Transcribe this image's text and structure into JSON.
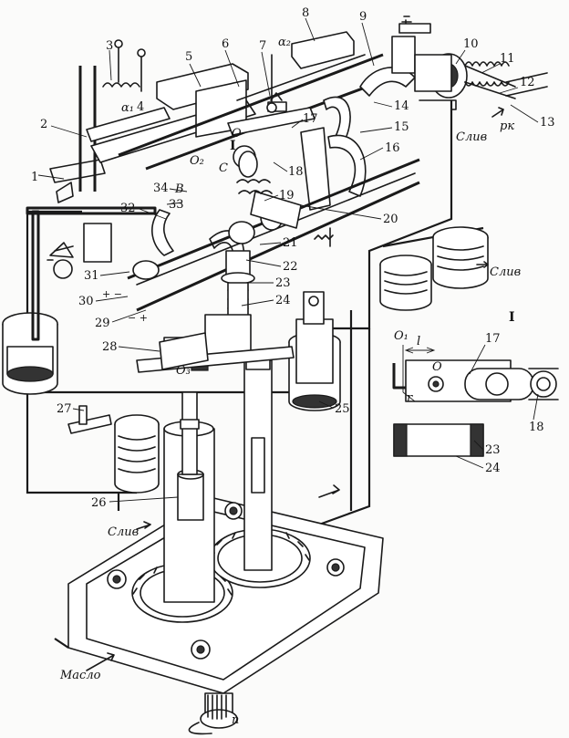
{
  "labels": {
    "n1": "1",
    "n2": "2",
    "n3": "3",
    "n4": "4",
    "n5": "5",
    "n6": "6",
    "n7": "7",
    "n8": "8",
    "n9": "9",
    "n10": "10",
    "n11": "11",
    "n12": "12",
    "n13": "13",
    "n14": "14",
    "n15": "15",
    "n16": "16",
    "n17": "17",
    "n18": "18",
    "n19": "19",
    "n20": "20",
    "n21": "21",
    "n22": "22",
    "n23": "23",
    "n24": "24",
    "n25": "25",
    "n26": "26",
    "n27": "27",
    "n28": "28",
    "n29": "29",
    "n30": "30",
    "n31": "31",
    "n32": "32",
    "n33": "33",
    "n34": "34"
  },
  "symbols": {
    "alpha1": "α₁",
    "alpha2": "α₂",
    "O": "O",
    "O2": "O₂",
    "O3": "O₃",
    "O1": "O₁",
    "B": "B",
    "C": "C",
    "I": "I",
    "l": "l",
    "r": "r",
    "pk": "pк",
    "n": "n",
    "plus_minus_30": "+ −",
    "minus_plus_29": "− +"
  },
  "text": {
    "drain_top": "Слив",
    "drain_right": "Слив",
    "drain_left": "Слив",
    "oil": "Масло"
  },
  "inset": {
    "title": "I",
    "O1": "O₁",
    "O": "O",
    "l": "l",
    "r": "r",
    "n17": "17",
    "n18": "18",
    "n23": "23",
    "n24": "24"
  }
}
